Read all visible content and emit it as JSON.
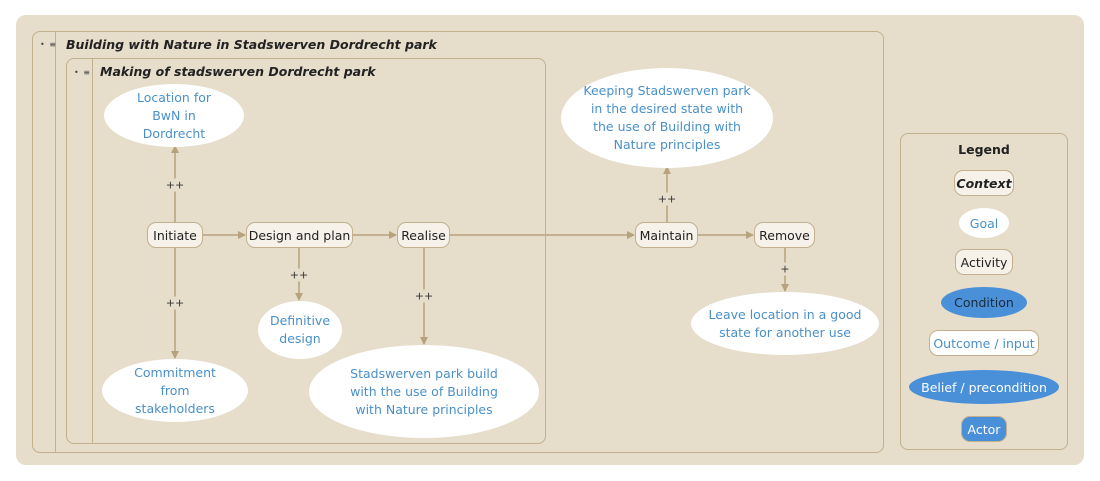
{
  "contexts": {
    "outer_title": "Building with Nature in Stadswerven Dordrecht park",
    "inner_title": "Making of stadswerven Dordrecht park",
    "collapse_icon": "• ≡"
  },
  "activities": {
    "initiate": "Initiate",
    "design": "Design and plan",
    "realise": "Realise",
    "maintain": "Maintain",
    "remove": "Remove"
  },
  "goals": {
    "location": "Location for BwN in Dordrecht",
    "commitment": "Commitment from stakeholders",
    "definitive": "Definitive design",
    "build": "Stadswerven park build with the use of Building with Nature principles",
    "keeping": "Keeping Stadswerven park in the desired state with the use of Building with Nature principles",
    "leave": "Leave location in a good state for another use"
  },
  "edge_labels": {
    "initiate_location": "++",
    "initiate_commitment": "++",
    "design_definitive": "++",
    "realise_build": "++",
    "maintain_keeping": "++",
    "remove_leave": "+"
  },
  "legend": {
    "title": "Legend",
    "context": "Context",
    "goal": "Goal",
    "activity": "Activity",
    "condition": "Condition",
    "outcome": "Outcome / input",
    "belief": "Belief / precondition",
    "actor": "Actor"
  },
  "colors": {
    "background": "#e6ddcb",
    "border": "#c2b08e",
    "goal_text": "#4a90c8",
    "condition_fill": "#4a90d9",
    "arrow": "#b6a27c"
  }
}
